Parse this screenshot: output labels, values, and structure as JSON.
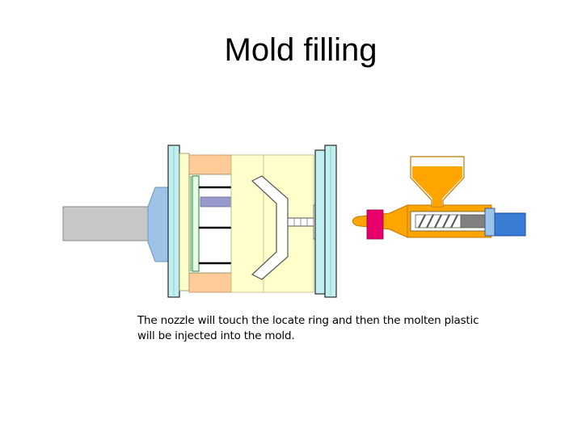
{
  "slide": {
    "title": "Mold filling",
    "caption_line1": "The nozzle will touch the locate ring and then the molten plastic",
    "caption_line2": "will be injected into the mold."
  },
  "colors": {
    "ram": "#c8c8c8",
    "platen": "#bfefef",
    "clamp_head": "#9bc4e8",
    "mold_fill": "#ffffcc",
    "mold_outline": "#d8d8a0",
    "support_block": "#ffcc99",
    "ejector_plate": "#9999cc",
    "molten_plastic": "#ffa500",
    "heater_band": "#e8006a",
    "screw": "#808080",
    "hydraulic_motor": "#3a7bd5",
    "outline": "#000000"
  },
  "icons": {
    "hopper": "hopper-icon",
    "screw": "screw-icon",
    "nozzle": "nozzle-icon"
  }
}
